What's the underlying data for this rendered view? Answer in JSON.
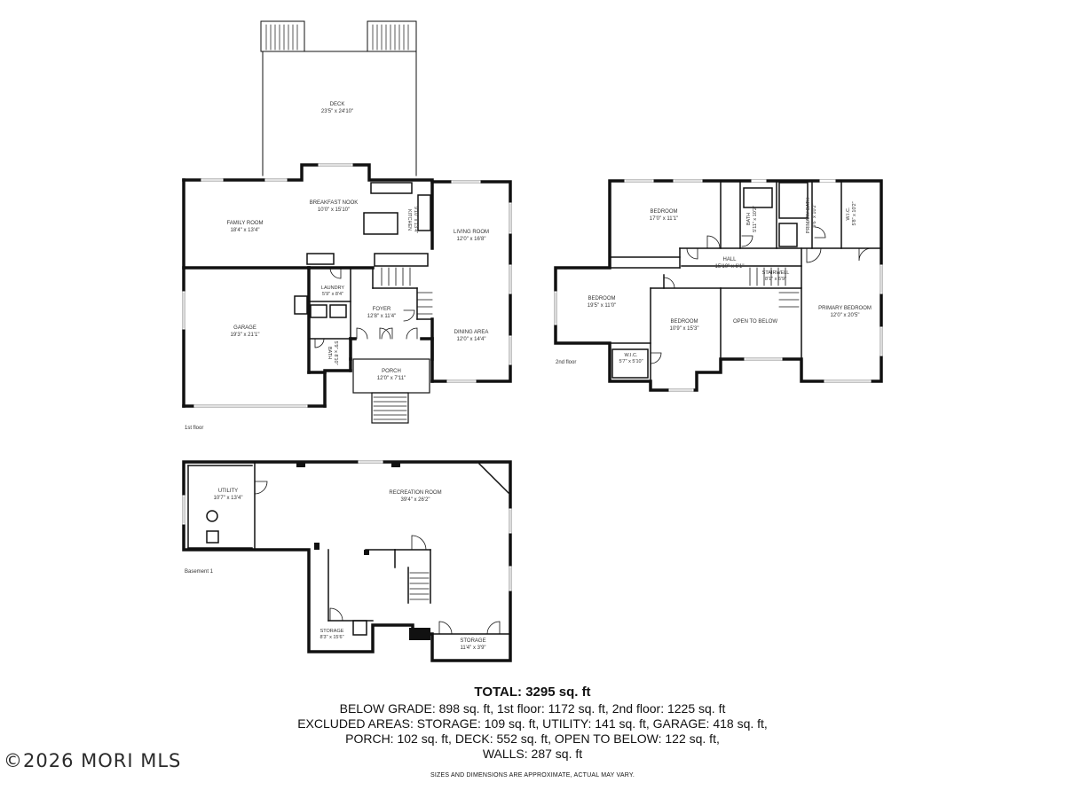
{
  "floors": {
    "first": {
      "label": "1st floor",
      "rooms": {
        "deck": {
          "name": "DECK",
          "dims": "23'5\" x 24'10\""
        },
        "breakfast_nook": {
          "name": "BREAKFAST NOOK",
          "dims": "10'0\" x 15'10\""
        },
        "family_room": {
          "name": "FAMILY ROOM",
          "dims": "18'4\" x 13'4\""
        },
        "kitchen": {
          "name": "KITCHEN",
          "dims": "9'10\" x 13'4\""
        },
        "living_room": {
          "name": "LIVING ROOM",
          "dims": "12'0\" x 16'8\""
        },
        "laundry": {
          "name": "LAUNDRY",
          "dims": "5'9\" x 8'4\""
        },
        "foyer": {
          "name": "FOYER",
          "dims": "12'8\" x 11'4\""
        },
        "garage": {
          "name": "GARAGE",
          "dims": "19'3\" x 21'1\""
        },
        "dining_area": {
          "name": "DINING AREA",
          "dims": "12'0\" x 14'4\""
        },
        "bath": {
          "name": "BATH",
          "dims": "5'9\" x 8'10\""
        },
        "porch": {
          "name": "PORCH",
          "dims": "12'0\" x 7'11\""
        }
      }
    },
    "second": {
      "label": "2nd floor",
      "rooms": {
        "bedroom_a": {
          "name": "BEDROOM",
          "dims": "17'0\" x 11'1\""
        },
        "bath": {
          "name": "BATH",
          "dims": "5'11\" x 10'2\""
        },
        "primary_bath": {
          "name": "PRIMARY BATH",
          "dims": "9'6\" x 10'2\""
        },
        "wic_a": {
          "name": "W.I.C.",
          "dims": "5'8\" x 10'2\""
        },
        "hall": {
          "name": "HALL",
          "dims": "15'10\" x 6'1\""
        },
        "stairwell": {
          "name": "STAIRWELL",
          "dims": "8'1\" x 6'9\""
        },
        "bedroom_b": {
          "name": "BEDROOM",
          "dims": "19'5\" x 11'0\""
        },
        "bedroom_c": {
          "name": "BEDROOM",
          "dims": "10'9\" x 15'3\""
        },
        "open_to_below": {
          "name": "OPEN TO BELOW",
          "dims": ""
        },
        "primary_bedroom": {
          "name": "PRIMARY BEDROOM",
          "dims": "12'0\" x 20'5\""
        },
        "wic_b": {
          "name": "W.I.C.",
          "dims": "5'7\" x 5'10\""
        }
      }
    },
    "basement": {
      "label": "Basement 1",
      "rooms": {
        "utility": {
          "name": "UTILITY",
          "dims": "10'7\" x 13'4\""
        },
        "recreation_room": {
          "name": "RECREATION ROOM",
          "dims": "39'4\" x 26'2\""
        },
        "storage_a": {
          "name": "STORAGE",
          "dims": "8'3\" x 15'6\""
        },
        "storage_b": {
          "name": "STORAGE",
          "dims": "11'4\" x 3'9\""
        }
      }
    }
  },
  "summary": {
    "total": "TOTAL: 3295 sq. ft",
    "line1": "BELOW GRADE: 898 sq. ft, 1st floor: 1172 sq. ft, 2nd floor: 1225 sq. ft",
    "line2": "EXCLUDED AREAS: STORAGE: 109 sq. ft, UTILITY: 141 sq. ft, GARAGE: 418 sq. ft,",
    "line3": "PORCH: 102 sq. ft, DECK: 552 sq. ft, OPEN TO BELOW: 122 sq. ft,",
    "line4": "WALLS: 287 sq. ft",
    "disclaimer": "SIZES AND DIMENSIONS ARE APPROXIMATE, ACTUAL MAY VARY."
  },
  "watermark": "©2026 MORI MLS"
}
